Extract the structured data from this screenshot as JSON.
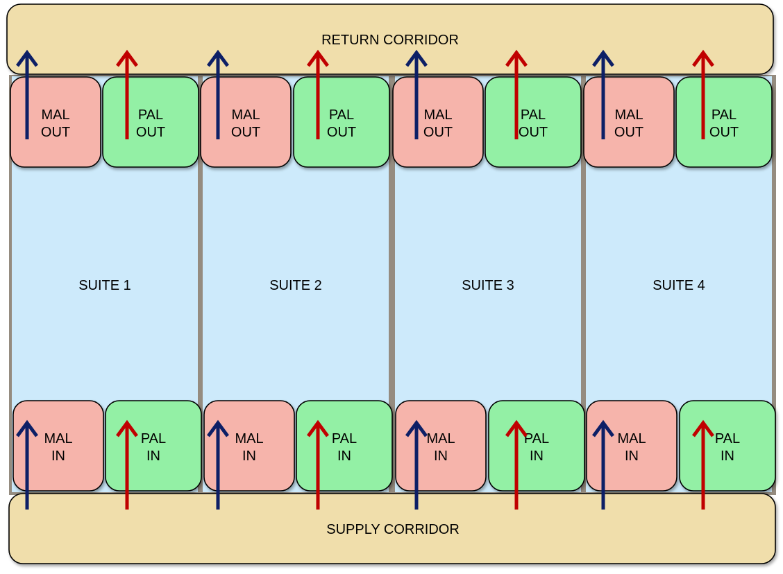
{
  "corridors": {
    "return_label": "RETURN CORRIDOR",
    "supply_label": "SUPPLY CORRIDOR"
  },
  "suites": [
    {
      "name": "SUITE 1",
      "mal_out": [
        "MAL",
        "OUT"
      ],
      "pal_out": [
        "PAL",
        "OUT"
      ],
      "mal_in": [
        "MAL",
        "IN"
      ],
      "pal_in": [
        "PAL",
        "IN"
      ]
    },
    {
      "name": "SUITE 2",
      "mal_out": [
        "MAL",
        "OUT"
      ],
      "pal_out": [
        "PAL",
        "OUT"
      ],
      "mal_in": [
        "MAL",
        "IN"
      ],
      "pal_in": [
        "PAL",
        "IN"
      ]
    },
    {
      "name": "SUITE 3",
      "mal_out": [
        "MAL",
        "OUT"
      ],
      "pal_out": [
        "PAL",
        "OUT"
      ],
      "mal_in": [
        "MAL",
        "IN"
      ],
      "pal_in": [
        "PAL",
        "IN"
      ]
    },
    {
      "name": "SUITE 4",
      "mal_out": [
        "MAL",
        "OUT"
      ],
      "pal_out": [
        "PAL",
        "OUT"
      ],
      "mal_in": [
        "MAL",
        "IN"
      ],
      "pal_in": [
        "PAL",
        "IN"
      ]
    }
  ],
  "colors": {
    "corridor": "#f0deab",
    "suite": "#cdeafb",
    "wall": "#958c80",
    "mal": "#f6b4ab",
    "pal": "#93f0a5",
    "mal_arrow": "#0d1f66",
    "pal_arrow": "#c00000"
  }
}
